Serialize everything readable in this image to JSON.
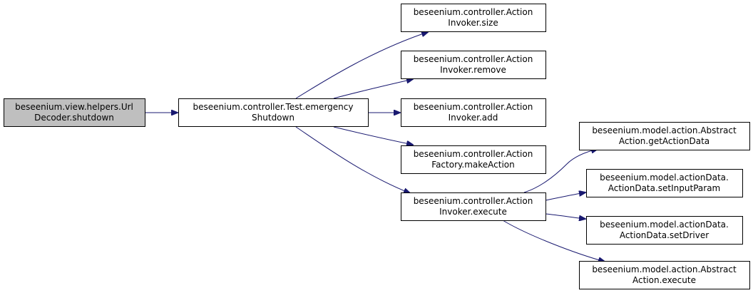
{
  "colors": {
    "edge": "#191970",
    "node_border": "#000000",
    "node_fill": "#ffffff",
    "focus_fill": "#bfbfbf"
  },
  "nodes": [
    {
      "id": "url-decoder-shutdown",
      "focus": true,
      "lines": [
        "beseenium.view.helpers.Url",
        "Decoder.shutdown"
      ]
    },
    {
      "id": "test-emergency-shutdown",
      "focus": false,
      "lines": [
        "beseenium.controller.Test.emergency",
        "Shutdown"
      ]
    },
    {
      "id": "action-invoker-size",
      "focus": false,
      "lines": [
        "beseenium.controller.Action",
        "Invoker.size"
      ]
    },
    {
      "id": "action-invoker-remove",
      "focus": false,
      "lines": [
        "beseenium.controller.Action",
        "Invoker.remove"
      ]
    },
    {
      "id": "action-invoker-add",
      "focus": false,
      "lines": [
        "beseenium.controller.Action",
        "Invoker.add"
      ]
    },
    {
      "id": "action-factory-make-action",
      "focus": false,
      "lines": [
        "beseenium.controller.Action",
        "Factory.makeAction"
      ]
    },
    {
      "id": "action-invoker-execute",
      "focus": false,
      "lines": [
        "beseenium.controller.Action",
        "Invoker.execute"
      ]
    },
    {
      "id": "abstract-action-get-action-data",
      "focus": false,
      "lines": [
        "beseenium.model.action.Abstract",
        "Action.getActionData"
      ]
    },
    {
      "id": "action-data-set-input-param",
      "focus": false,
      "lines": [
        "beseenium.model.actionData.",
        "ActionData.setInputParam"
      ]
    },
    {
      "id": "action-data-set-driver",
      "focus": false,
      "lines": [
        "beseenium.model.actionData.",
        "ActionData.setDriver"
      ]
    },
    {
      "id": "abstract-action-execute",
      "focus": false,
      "lines": [
        "beseenium.model.action.Abstract",
        "Action.execute"
      ]
    }
  ],
  "edges": [
    {
      "from": "url-decoder-shutdown",
      "to": "test-emergency-shutdown"
    },
    {
      "from": "test-emergency-shutdown",
      "to": "action-invoker-size"
    },
    {
      "from": "test-emergency-shutdown",
      "to": "action-invoker-remove"
    },
    {
      "from": "test-emergency-shutdown",
      "to": "action-invoker-add"
    },
    {
      "from": "test-emergency-shutdown",
      "to": "action-factory-make-action"
    },
    {
      "from": "test-emergency-shutdown",
      "to": "action-invoker-execute"
    },
    {
      "from": "action-invoker-execute",
      "to": "abstract-action-get-action-data"
    },
    {
      "from": "action-invoker-execute",
      "to": "action-data-set-input-param"
    },
    {
      "from": "action-invoker-execute",
      "to": "action-data-set-driver"
    },
    {
      "from": "action-invoker-execute",
      "to": "abstract-action-execute"
    }
  ]
}
